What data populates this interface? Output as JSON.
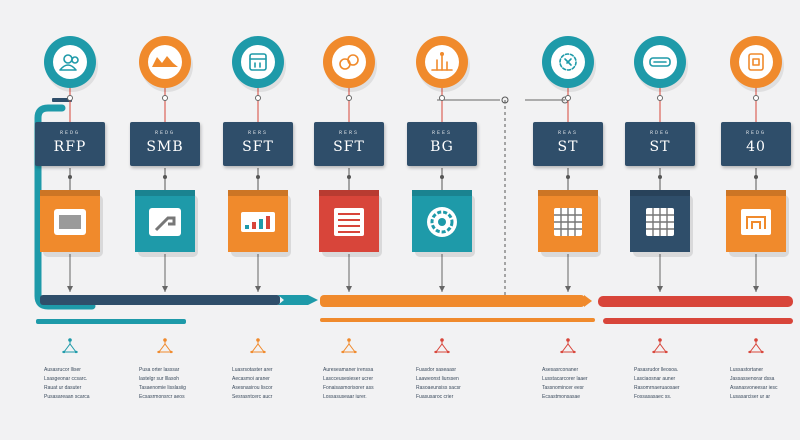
{
  "colors": {
    "teal": "#1e9aa9",
    "orange": "#f08a2c",
    "navy": "#2f4e6a",
    "red": "#d8453a",
    "background": "#f2f2f3"
  },
  "steps": [
    {
      "top_icon": "users-icon",
      "top_color": "teal",
      "code_small": "REDG",
      "code_large": "RFP",
      "tile_color": "orange",
      "tile_icon": "window-icon",
      "marker_color": "teal",
      "caption": [
        "Ausasrucor lliser",
        "Lsasgeonar ccsarc.",
        "Rauat ur dasuter",
        "Pusasareaan scarca"
      ]
    },
    {
      "top_icon": "truck-icon",
      "top_color": "orange",
      "code_small": "REDG",
      "code_large": "SMB",
      "tile_color": "teal",
      "tile_icon": "tool-icon",
      "marker_color": "orange",
      "caption": [
        "Pusa orter lasssar",
        "lastelgr sur lllasoh",
        "Tasaenomie lisslasiig",
        "Ecsasrmonsrcr aeos"
      ]
    },
    {
      "top_icon": "calendar-icon",
      "top_color": "teal",
      "code_small": "RERS",
      "code_large": "SFT",
      "tile_color": "orange",
      "tile_icon": "chart-icon",
      "marker_color": "orange",
      "caption": [
        "Luasrsotaster arer",
        "Aecasmoi araner",
        "Asesnasirou liscor",
        "Sesrasntcerc aucr"
      ]
    },
    {
      "top_icon": "coins-icon",
      "top_color": "orange",
      "code_small": "RERS",
      "code_large": "SFT",
      "tile_color": "red",
      "tile_icon": "document-icon",
      "marker_color": "orange",
      "caption": [
        "Aureseamaner irenssa",
        "Lascceusesieser ucrer",
        "Fonaisasmorisorer ass",
        "Lossasuseaar iurer."
      ]
    },
    {
      "top_icon": "growth-chart-icon",
      "top_color": "orange",
      "code_small": "REES",
      "code_large": "BG",
      "tile_color": "teal",
      "tile_icon": "cycle-icon",
      "marker_color": "red",
      "caption": [
        "Fuasdor saseaasr",
        "Laaweonst liurssen",
        "Rasoaeunsiss sacsr",
        "Fuasusaroc crier"
      ]
    },
    {
      "top_icon": "settings-icon",
      "top_color": "teal",
      "code_small": "REAS",
      "code_large": "ST",
      "tile_color": "orange",
      "tile_icon": "table-icon",
      "marker_color": "red",
      "caption": [
        "Asesasrconaner",
        "Lusstacarcorer laaer",
        "Tassnomincer eesr",
        "Ecsastmonsasae"
      ]
    },
    {
      "top_icon": "shipping-icon",
      "top_color": "teal",
      "code_small": "RDEG",
      "code_large": "ST",
      "tile_color": "navy",
      "tile_icon": "grid-icon",
      "marker_color": "red",
      "caption": [
        "Pasasrudor lleosoa.",
        "Lasciaosnar auner",
        "Rasomrnaeruaosaer",
        "Fossasasaec ss."
      ]
    },
    {
      "top_icon": "clipboard-icon",
      "top_color": "orange",
      "code_small": "REDG",
      "code_large": "40",
      "tile_color": "orange",
      "tile_icon": "building-icon",
      "marker_color": "red",
      "caption": [
        "Lussastortaner",
        "Jassassenorar dssa",
        "Asanasvoneesar iesc",
        "Lusasarciser ur ar"
      ]
    }
  ]
}
